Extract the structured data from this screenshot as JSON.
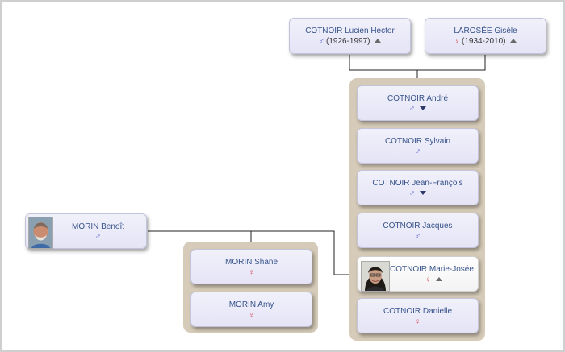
{
  "parents": {
    "father": {
      "name": "COTNOIR Lucien Hector",
      "sex_symbol": "♂",
      "years": "(1926-1997)"
    },
    "mother": {
      "name": "LAROSÉE Gisèle",
      "sex_symbol": "♀",
      "years": "(1934-2010)"
    }
  },
  "siblings": [
    {
      "name": "COTNOIR André",
      "sex_symbol": "♂"
    },
    {
      "name": "COTNOIR Sylvain",
      "sex_symbol": "♂"
    },
    {
      "name": "COTNOIR Jean-François",
      "sex_symbol": "♂"
    },
    {
      "name": "COTNOIR Jacques",
      "sex_symbol": "♂"
    },
    {
      "name": "COTNOIR Marie-Josée",
      "sex_symbol": "♀"
    },
    {
      "name": "COTNOIR Danielle",
      "sex_symbol": "♀"
    }
  ],
  "spouse": {
    "name": "MORIN Benoît",
    "sex_symbol": "♂"
  },
  "children": [
    {
      "name": "MORIN Shane",
      "sex_symbol": "♀"
    },
    {
      "name": "MORIN Amy",
      "sex_symbol": "♀"
    }
  ],
  "colors": {
    "male": "#4a52c8",
    "female": "#d84a56",
    "card_text": "#37538a",
    "group_background": "#d6cbb8",
    "card_background": "#e8e8f7"
  },
  "icons": {
    "expand_up": "triangle-up-icon",
    "expand_down": "triangle-down-icon",
    "male": "male-symbol-icon",
    "female": "female-symbol-icon"
  }
}
